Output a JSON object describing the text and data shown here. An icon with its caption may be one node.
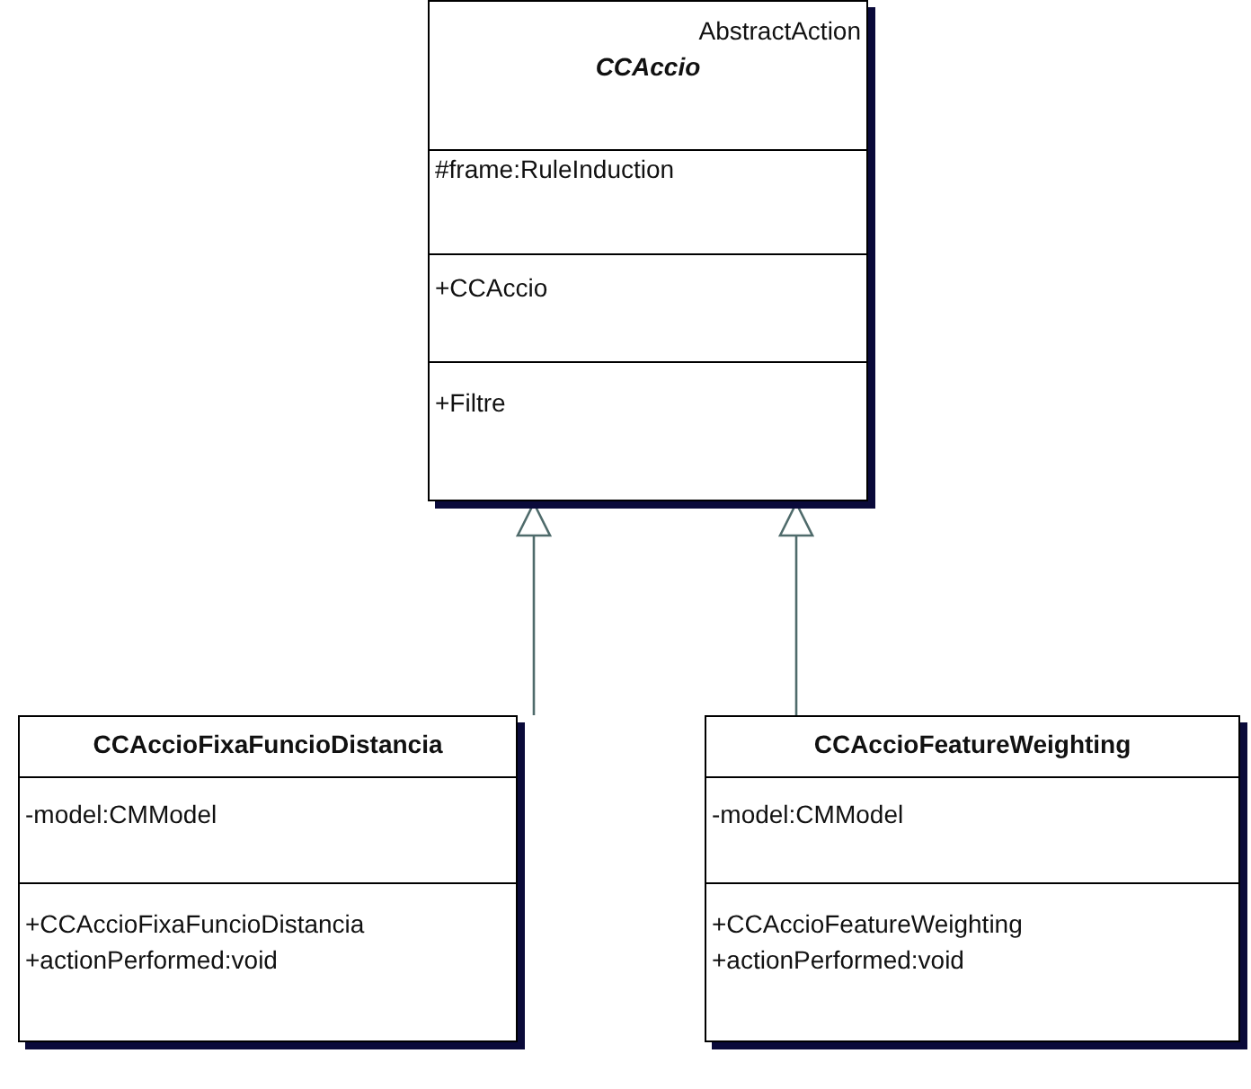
{
  "diagram": {
    "nodes": [
      {
        "text": [
          "AbstractAction",
          "CCAccio",
          "#frame:RuleInduction",
          "+CCAccio",
          "+Filtre"
        ]
      },
      {
        "text": [
          "CCAccioFixaFuncioDistancia",
          "-model:CMModel",
          "+CCAccioFixaFuncioDistancia",
          "+actionPerformed:void"
        ]
      },
      {
        "text": [
          "CCAccioFeatureWeighting",
          "-model:CMModel",
          "+CCAccioFeatureWeighting",
          "+actionPerformed:void"
        ]
      }
    ],
    "edges": [
      {
        "from": 1,
        "to": 0,
        "arrow": "to"
      },
      {
        "from": 2,
        "to": 0,
        "arrow": "to"
      }
    ]
  }
}
